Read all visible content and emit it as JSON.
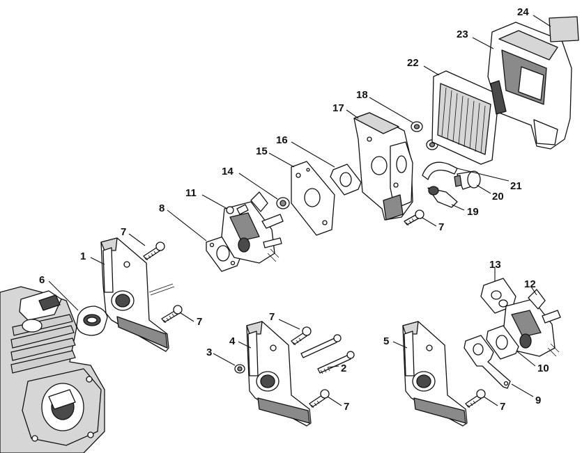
{
  "diagram": {
    "part_labels": [
      "1",
      "2",
      "3",
      "4",
      "5",
      "6",
      "7",
      "8",
      "9",
      "10",
      "11",
      "12",
      "13",
      "14",
      "15",
      "16",
      "17",
      "18",
      "19",
      "20",
      "21",
      "22",
      "23",
      "24"
    ],
    "repeated_label": "7"
  }
}
